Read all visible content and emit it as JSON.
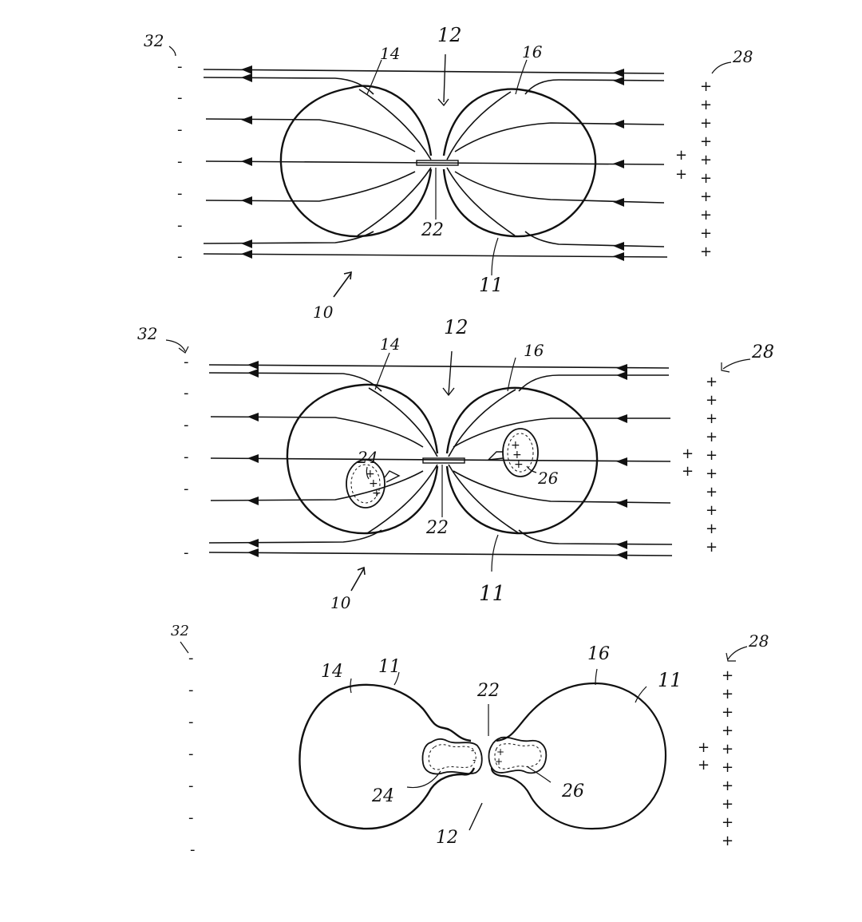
{
  "colors": {
    "ink": "#111111",
    "paper": "#ffffff"
  },
  "figures": [
    {
      "id": "fig-top",
      "labels": {
        "field_ref": "32",
        "top_ref": "12",
        "left_cell_ref": "14",
        "right_cell_ref": "16",
        "junction_ref": "22",
        "membrane_ref": "11",
        "assembly_ref": "10",
        "plate_ref": "28"
      },
      "minus_signs": [
        "-",
        "-",
        "-",
        "-",
        "-",
        "-",
        "-"
      ],
      "plus_signs": [
        "+",
        "+",
        "+",
        "+",
        "+",
        "+",
        "+",
        "+",
        "+",
        "+"
      ],
      "inner_plus": [
        "+",
        "+"
      ]
    },
    {
      "id": "fig-middle",
      "labels": {
        "field_ref": "32",
        "top_ref": "12",
        "left_cell_ref": "14",
        "right_cell_ref": "16",
        "left_organelle_ref": "24",
        "right_organelle_ref": "26",
        "junction_ref": "22",
        "membrane_ref": "11",
        "assembly_ref": "10",
        "plate_ref": "28"
      },
      "minus_signs": [
        "-",
        "-",
        "-",
        "-",
        "-",
        "-"
      ],
      "plus_signs": [
        "+",
        "+",
        "+",
        "+",
        "+",
        "+",
        "+",
        "+",
        "+",
        "+"
      ],
      "inner_plus": [
        "+",
        "+"
      ]
    },
    {
      "id": "fig-bottom",
      "labels": {
        "field_ref": "32",
        "left_cell_ref": "14",
        "left_membrane_ref": "11",
        "right_cell_ref": "16",
        "right_membrane_ref": "11",
        "junction_ref": "22",
        "left_organelle_ref": "24",
        "right_organelle_ref": "26",
        "bottom_ref": "12",
        "plate_ref": "28"
      },
      "minus_signs": [
        "-",
        "-",
        "-",
        "-",
        "-",
        "-",
        "-"
      ],
      "plus_signs": [
        "+",
        "+",
        "+",
        "+",
        "+",
        "+",
        "+",
        "+",
        "+",
        "+"
      ],
      "inner_plus": [
        "+",
        "+"
      ]
    }
  ]
}
